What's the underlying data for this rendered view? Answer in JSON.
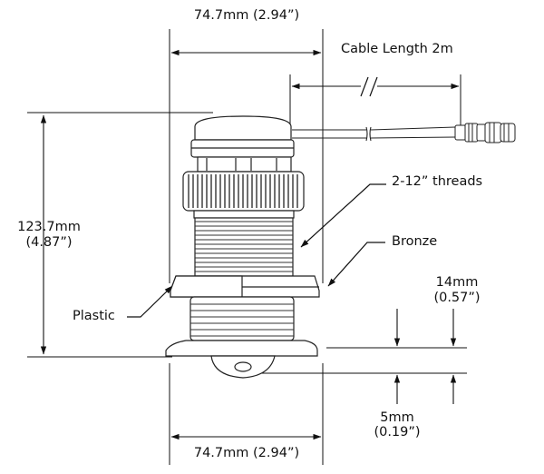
{
  "labels": {
    "top_width": "74.7mm (2.94”)",
    "cable_length": "Cable Length 2m",
    "threads": "2-12” threads",
    "bronze": "Bronze",
    "plastic": "Plastic",
    "height_mm": "123.7mm",
    "height_in": "(4.87”)",
    "flange_mm": "14mm",
    "flange_in": "(0.57”)",
    "bottom_mm": "5mm",
    "bottom_in": "(0.19”)",
    "bottom_width": "74.7mm (2.94”)"
  }
}
